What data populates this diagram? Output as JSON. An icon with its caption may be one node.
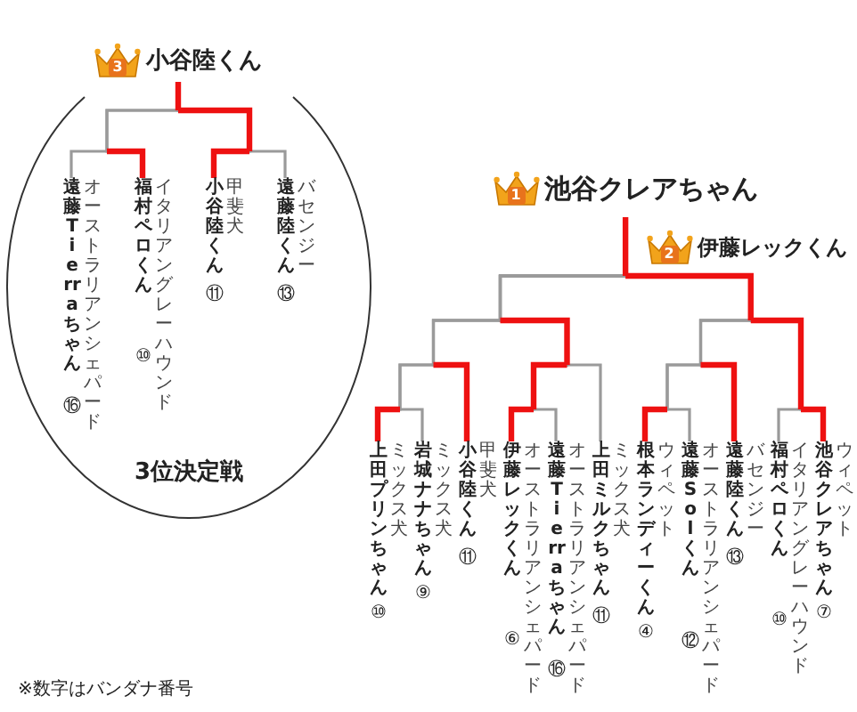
{
  "diagram": {
    "nodes": [
      {
        "text": [
          "3位決定戦"
        ]
      },
      {
        "text": [
          "3",
          "小谷陸くん"
        ]
      },
      {
        "text": [
          "遠藤Tierraちゃん"
        ],
        "in": 0,
        "beside": [
          "オーストラリアンシェパード",
          "⑯"
        ]
      },
      {
        "text": [
          "福村ペロくん"
        ],
        "in": 0,
        "beside": [
          "イタリアングレーハウンド",
          "⑩"
        ]
      },
      {
        "text": [
          "小谷陸くん"
        ],
        "in": 0,
        "beside": [
          "甲斐犬",
          "⑪"
        ]
      },
      {
        "text": [
          "遠藤陸くん"
        ],
        "in": 0,
        "beside": [
          "バセンジー",
          "⑬"
        ]
      },
      {
        "text": [
          "1",
          "池谷クレアちゃん"
        ]
      },
      {
        "text": [
          "2",
          "伊藤レックくん"
        ]
      },
      {
        "text": [
          "上田プリンちゃん"
        ],
        "beside": [
          "ミックス犬",
          "⑩"
        ]
      },
      {
        "text": [
          "岩城ナナちゃん"
        ],
        "beside": [
          "ミックス犬",
          "⑨"
        ]
      },
      {
        "text": [
          "小谷陸くん"
        ],
        "beside": [
          "甲斐犬",
          "⑪"
        ]
      },
      {
        "text": [
          "伊藤レックくん"
        ],
        "beside": [
          "オーストラリアンシェパード",
          "⑥"
        ]
      },
      {
        "text": [
          "遠藤Tierraちゃん"
        ],
        "beside": [
          "オーストラリアンシェパード",
          "⑯"
        ]
      },
      {
        "text": [
          "上田ミルクちゃん"
        ],
        "beside": [
          "ミックス犬",
          "⑪"
        ]
      },
      {
        "text": [
          "根本ランディーくん"
        ],
        "beside": [
          "ウィペット",
          "④"
        ]
      },
      {
        "text": [
          "遠藤Solくん"
        ],
        "beside": [
          "オーストラリアンシェパード",
          "⑫"
        ]
      },
      {
        "text": [
          "遠藤陸くん"
        ],
        "beside": [
          "バセンジー",
          "⑬"
        ]
      },
      {
        "text": [
          "福村ペロくん"
        ],
        "beside": [
          "イタリアングレーハウンド",
          "⑩"
        ]
      },
      {
        "text": [
          "池谷クレアちゃん"
        ],
        "beside": [
          "ウィペット",
          "⑦"
        ]
      }
    ],
    "edges": [
      {
        "from": 2,
        "to": 1,
        "arrow": "none"
      },
      {
        "from": 3,
        "to": 1,
        "arrow": "none"
      },
      {
        "from": 4,
        "to": 1,
        "arrow": "none"
      },
      {
        "from": 5,
        "to": 1,
        "arrow": "none"
      },
      {
        "from": 8,
        "to": 6,
        "arrow": "none"
      },
      {
        "from": 9,
        "to": 6,
        "arrow": "none"
      },
      {
        "from": 10,
        "to": 6,
        "arrow": "none"
      },
      {
        "from": 11,
        "to": 6,
        "arrow": "none"
      },
      {
        "from": 12,
        "to": 6,
        "arrow": "none"
      },
      {
        "from": 13,
        "to": 6,
        "arrow": "none"
      },
      {
        "from": 14,
        "to": 6,
        "arrow": "none"
      },
      {
        "from": 15,
        "to": 6,
        "arrow": "none"
      },
      {
        "from": 16,
        "to": 6,
        "arrow": "none"
      },
      {
        "from": 17,
        "to": 6,
        "arrow": "none"
      },
      {
        "from": 18,
        "to": 6,
        "arrow": "none"
      }
    ],
    "labels": [
      "※数字はバンダナ番号"
    ]
  }
}
